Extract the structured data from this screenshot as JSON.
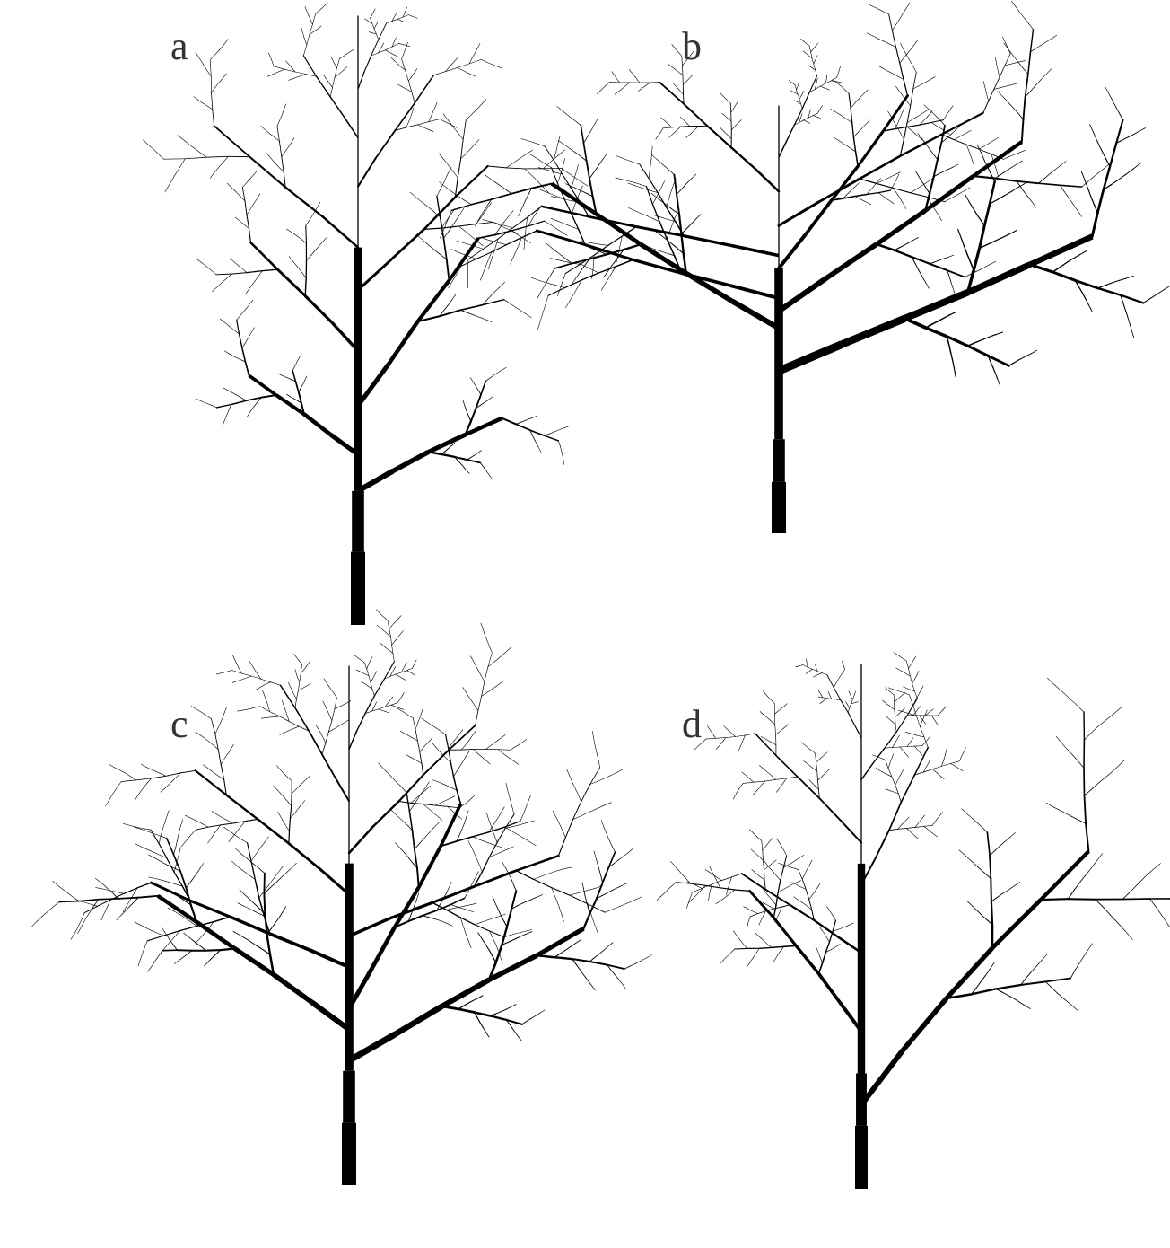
{
  "figure": {
    "panels": [
      {
        "label": "a"
      },
      {
        "label": "b"
      },
      {
        "label": "c"
      },
      {
        "label": "d"
      }
    ],
    "ink_color": "#000000",
    "label_color": "#333333",
    "background": "#ffffff"
  }
}
